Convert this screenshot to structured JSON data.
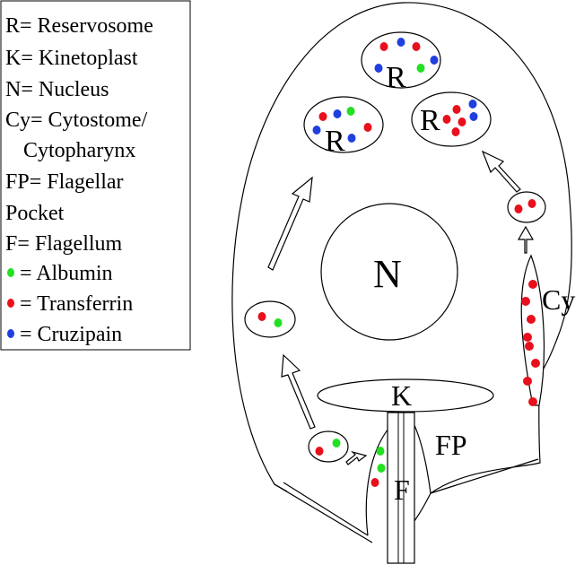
{
  "legend": {
    "lines": [
      "R= Reservosome",
      "K= Kinetoplast",
      "N= Nucleus",
      "Cy= Cytostome/",
      "Cytopharynx",
      "FP= Flagellar",
      "Pocket",
      "F= Flagellum",
      "= Albumin",
      "= Transferrin",
      "= Cruzipain"
    ],
    "dot_colors": {
      "albumin": "#22e022",
      "transferrin": "#e8101c",
      "cruzipain": "#1f3fe0"
    }
  },
  "labels": {
    "reservosome": "R",
    "nucleus": "N",
    "kinetoplast": "K",
    "cytostome": "Cy",
    "flagellar_pocket": "FP",
    "flagellum": "F"
  }
}
